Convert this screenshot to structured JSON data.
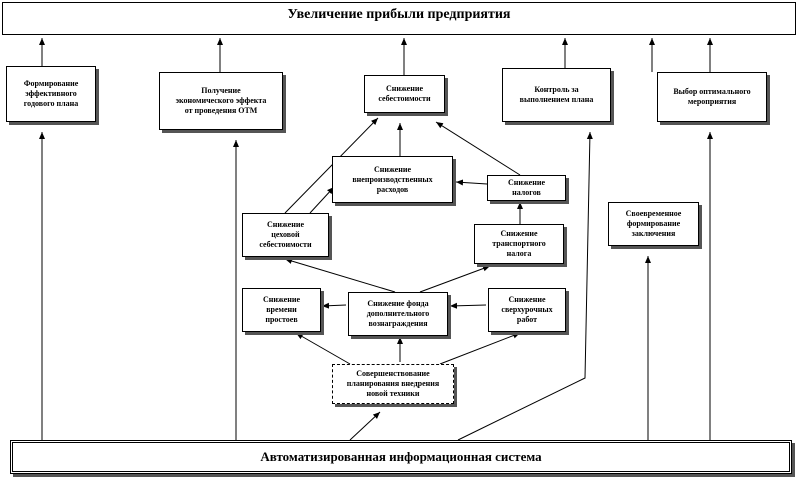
{
  "diagram": {
    "title": "Увеличение прибыли предприятия",
    "base": "Автоматизированная информационная система",
    "nodes": {
      "plan": "Формирование\nэффективного\nгодового плана",
      "effect": "Получение\nэкономического эффекта\nот проведения ОТМ",
      "cost": "Снижение\nсебестоимости",
      "control": "Контроль за\nвыполнением плана",
      "choice": "Выбор оптимального\nмероприятия",
      "nonprod": "Снижение\nвнепроизводственных\nрасходов",
      "taxes": "Снижение\nналогов",
      "shop_cost": "Снижение\nцеховой\nсебестоимости",
      "transport": "Снижение\nтранспортного\nналога",
      "timely": "Своевременное\nформирование\nзаключения",
      "downtime": "Снижение\nвремени\nпростоев",
      "bonus_fund": "Снижение фонда\nдополнительного\nвознаграждения",
      "overtime": "Снижение\nсверхурочных\nработ",
      "planning": "Совершенствование\nпланирования внедрения\nновой техники"
    }
  }
}
